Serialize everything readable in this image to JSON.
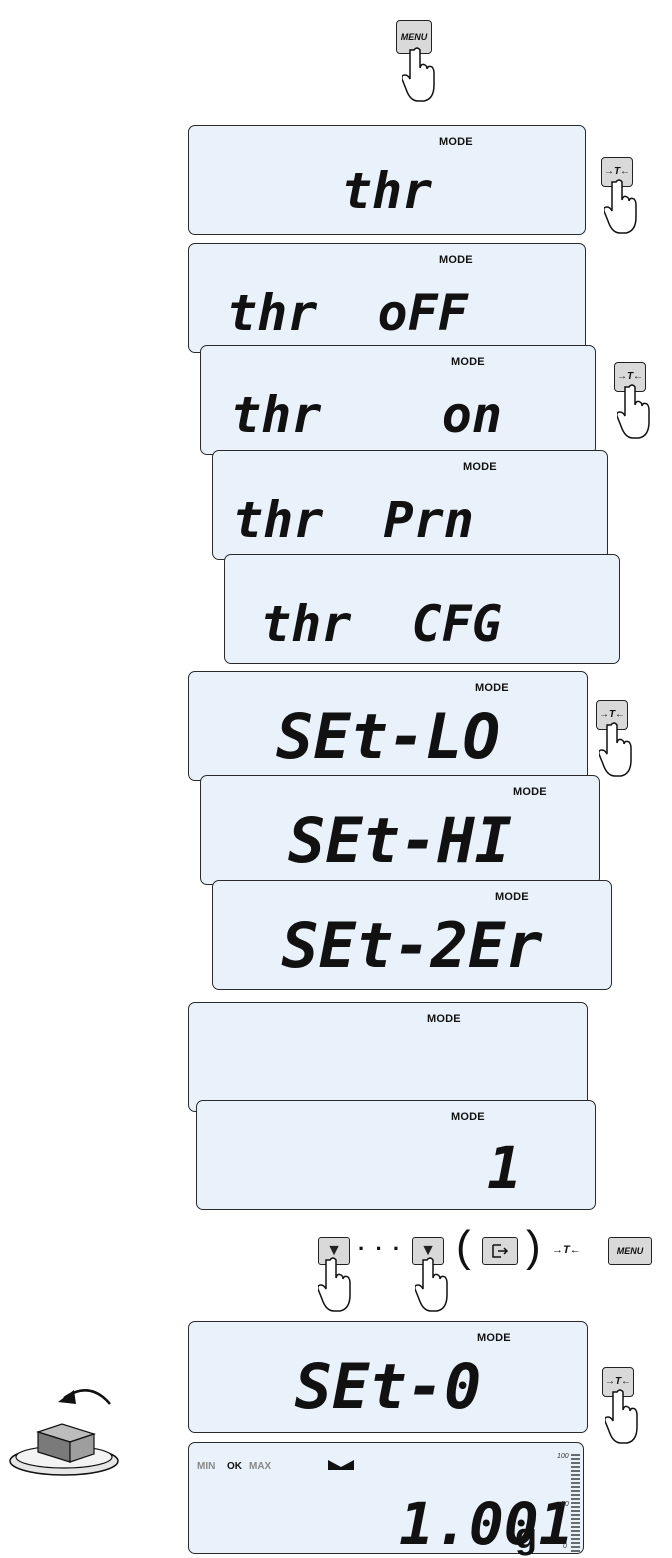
{
  "keys": {
    "menu": "MENU",
    "tare": "→T←"
  },
  "mode_label": "MODE",
  "displays": [
    {
      "id": "thr",
      "text": "thr"
    },
    {
      "id": "thr-off",
      "text": "thr  oFF"
    },
    {
      "id": "thr-on",
      "text": "thr    on"
    },
    {
      "id": "thr-prn",
      "text": "thr  Prn"
    },
    {
      "id": "thr-cfg",
      "text": "thr  CFG"
    },
    {
      "id": "set-lo",
      "text": "SEt-LO"
    },
    {
      "id": "set-hi",
      "text": "SEt-HI"
    },
    {
      "id": "set-zer",
      "text": "SEt-2Er"
    },
    {
      "id": "underscore",
      "text": "_"
    },
    {
      "id": "one",
      "text": "1"
    },
    {
      "id": "set-0",
      "text": "SEt-0"
    }
  ],
  "key_sequence": {
    "dots": "· · ·",
    "paren_open": "(",
    "paren_close": ")",
    "tare": "→T←",
    "menu": "MENU"
  },
  "final_display": {
    "min": "MIN",
    "ok": "OK",
    "max": "MAX",
    "value": "1.001",
    "unit": "g",
    "bar_top": "100",
    "bar_mid": "50",
    "bar_bottom": "0"
  }
}
